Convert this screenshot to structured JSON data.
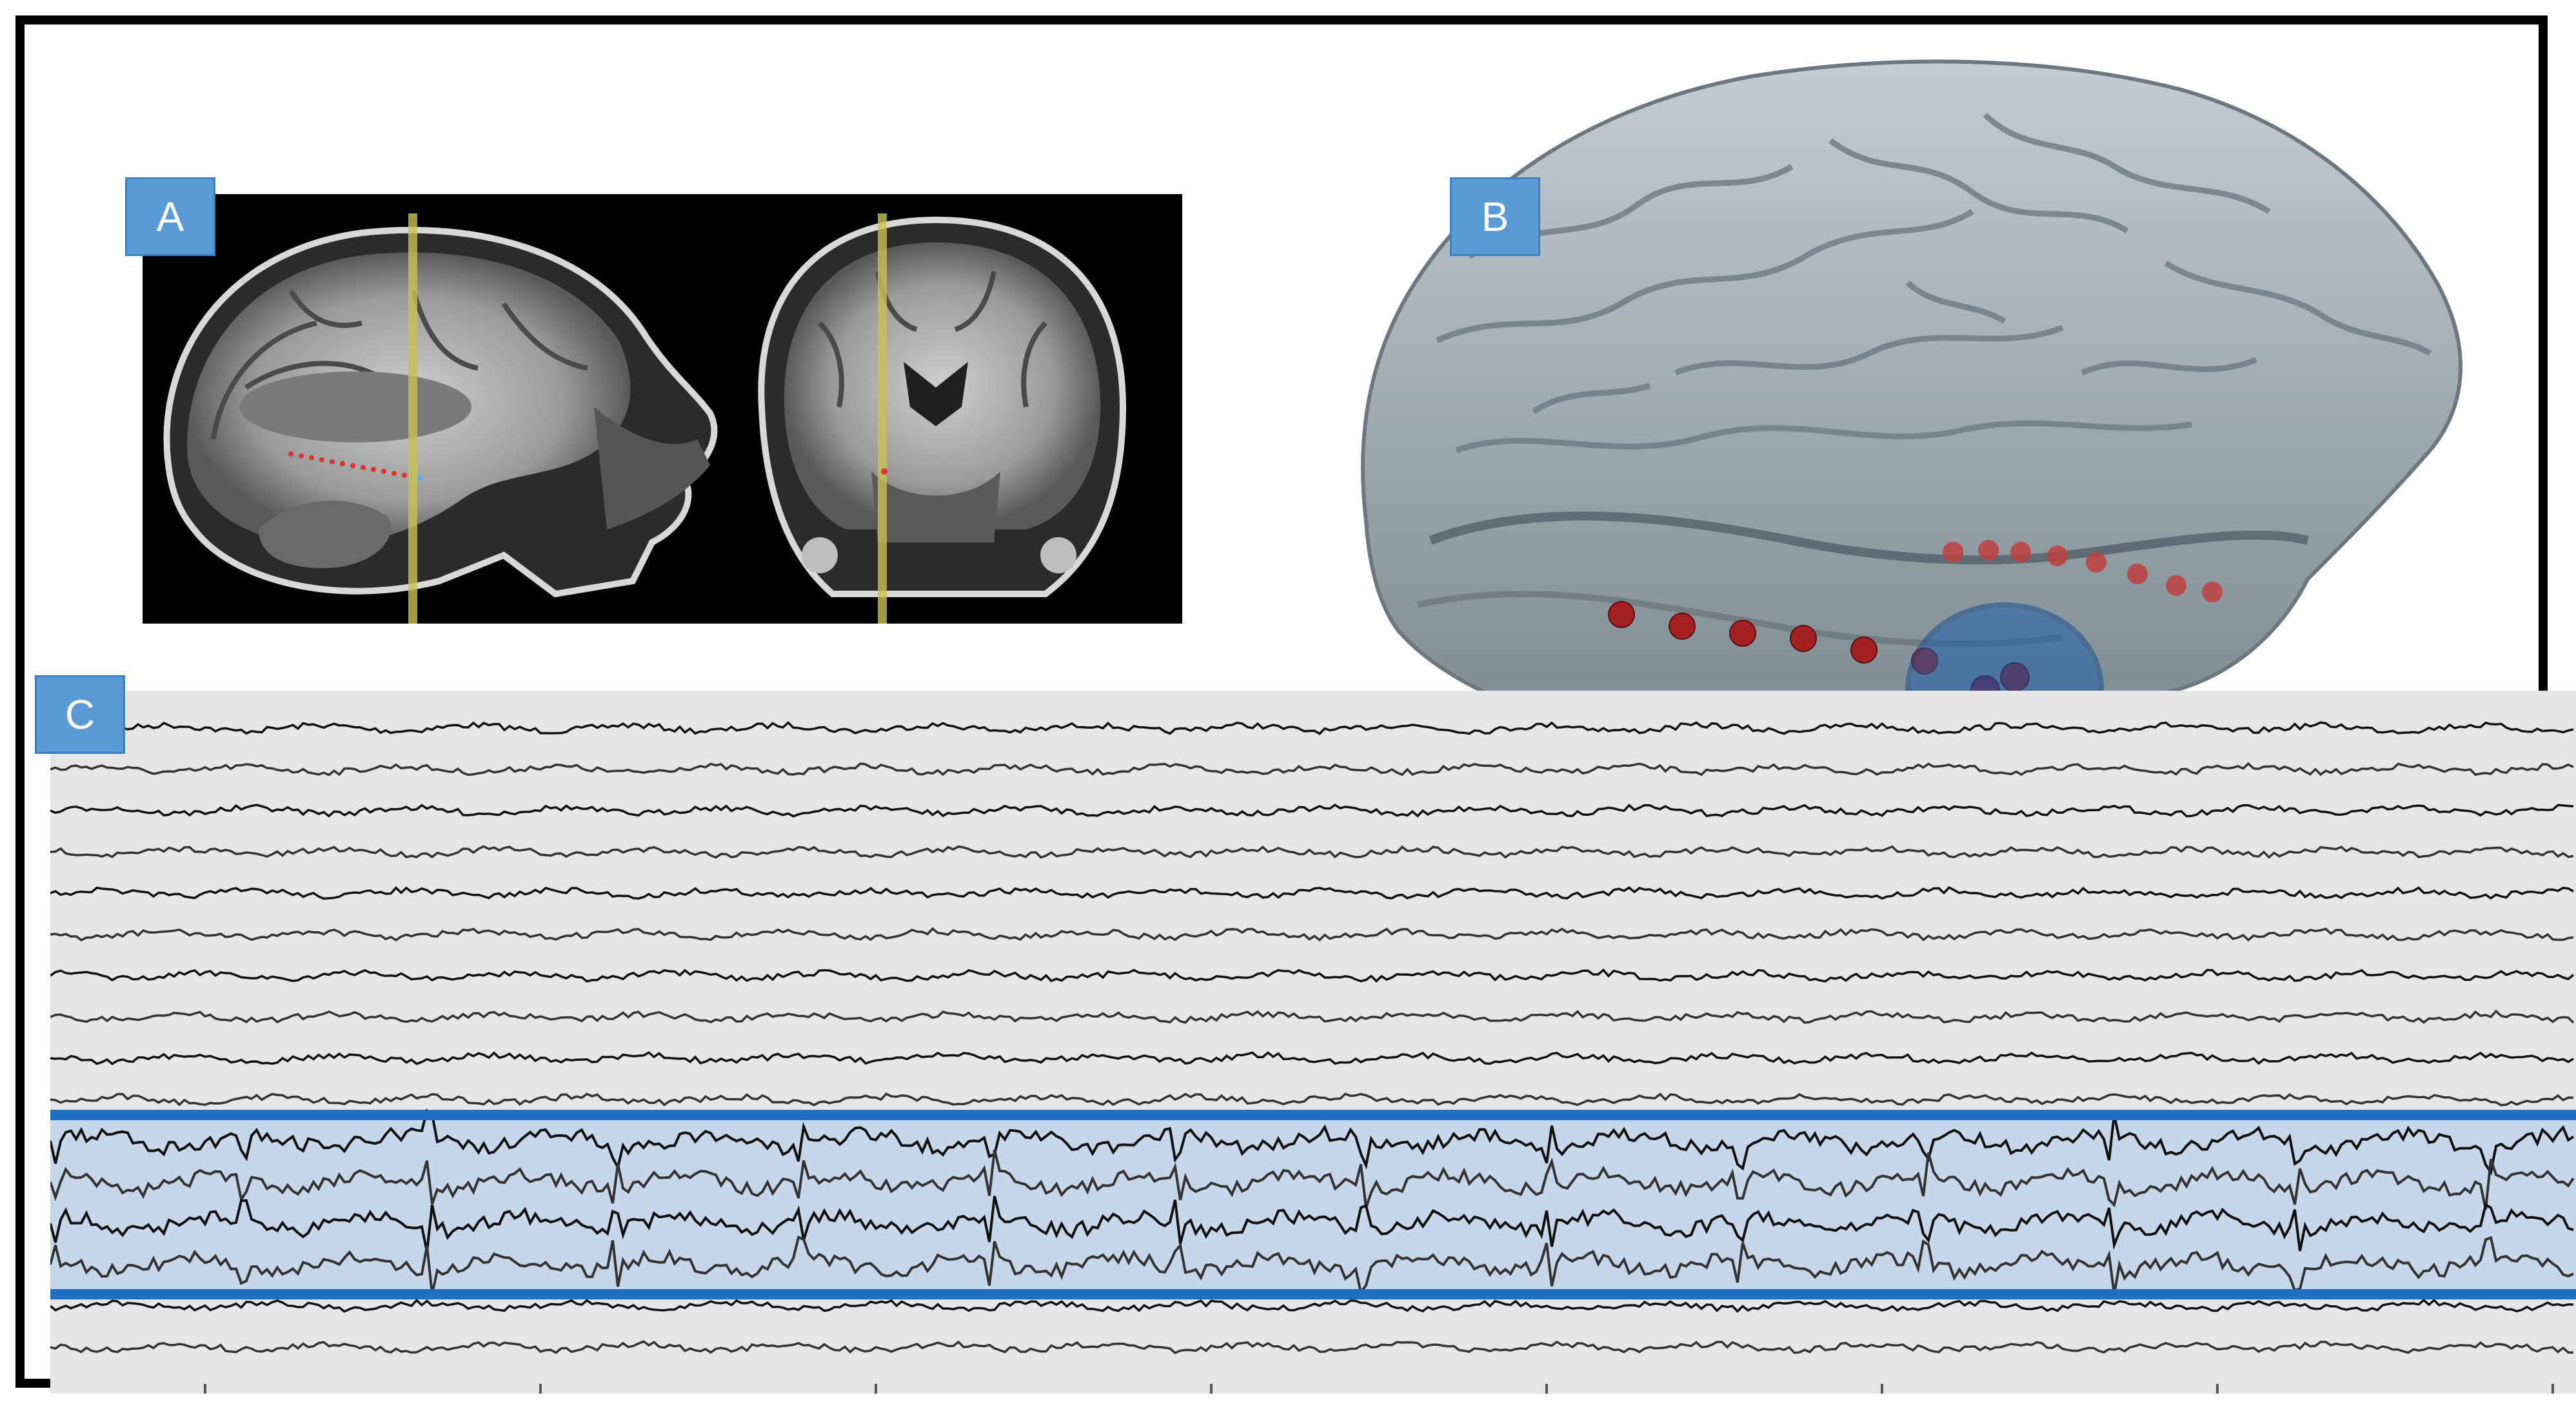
{
  "panels": {
    "a": {
      "label": "A"
    },
    "b": {
      "label": "B"
    },
    "c": {
      "label": "C"
    }
  },
  "colors": {
    "label_fill": "#5b9bd5",
    "electrode_red": "#b22222",
    "highlight_blue": "#1f6fc0",
    "highlight_band": "#c7d7ea",
    "mri_line": "#c8c050",
    "brain_gray": "#9aa6ae"
  },
  "eeg": {
    "channel_count": 16,
    "highlighted_channels": [
      10,
      11,
      12,
      13
    ]
  }
}
